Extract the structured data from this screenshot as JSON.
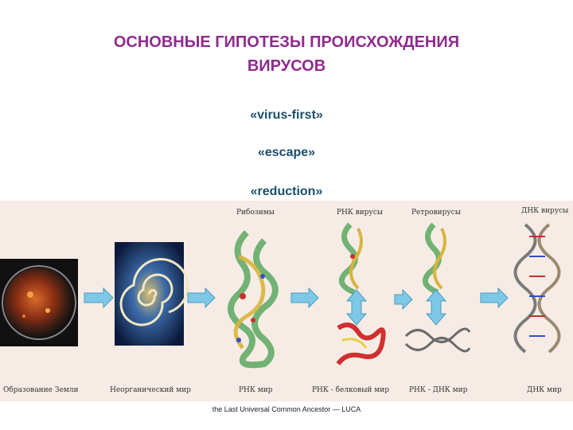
{
  "title": {
    "line1": "ОСНОВНЫЕ ГИПОТЕЗЫ ПРОИСХОЖДЕНИЯ",
    "line2": "ВИРУСОВ"
  },
  "hypotheses": [
    "«virus-first»",
    "«escape»",
    "«reduction»"
  ],
  "diagram": {
    "top_labels": {
      "ribozymes": "Рибозимы",
      "rna_viruses": "РНК вирусы",
      "retroviruses": "Ретровирусы",
      "dna_viruses": "ДНК вирусы"
    },
    "bottom_labels": {
      "earth": "Образование Земли",
      "inorganic": "Неорганический мир",
      "rna_world": "РНК мир",
      "rna_protein": "РНК - белковый мир",
      "rna_dna": "РНК - ДНК мир",
      "dna_world": "ДНК мир"
    }
  },
  "footer": "the Last Universal Common Ancestor — LUCA",
  "colors": {
    "title": "#8e2c8c",
    "hypothesis": "#1b4f6b",
    "arrow_fill": "#7ec8e6",
    "panel_bg": "#f6ece5"
  },
  "icons": {
    "earth": "planet-formation-icon",
    "spiral": "spiral-galaxy-icon",
    "molecule": "rna-molecule-icon",
    "helix": "dna-helix-icon"
  }
}
